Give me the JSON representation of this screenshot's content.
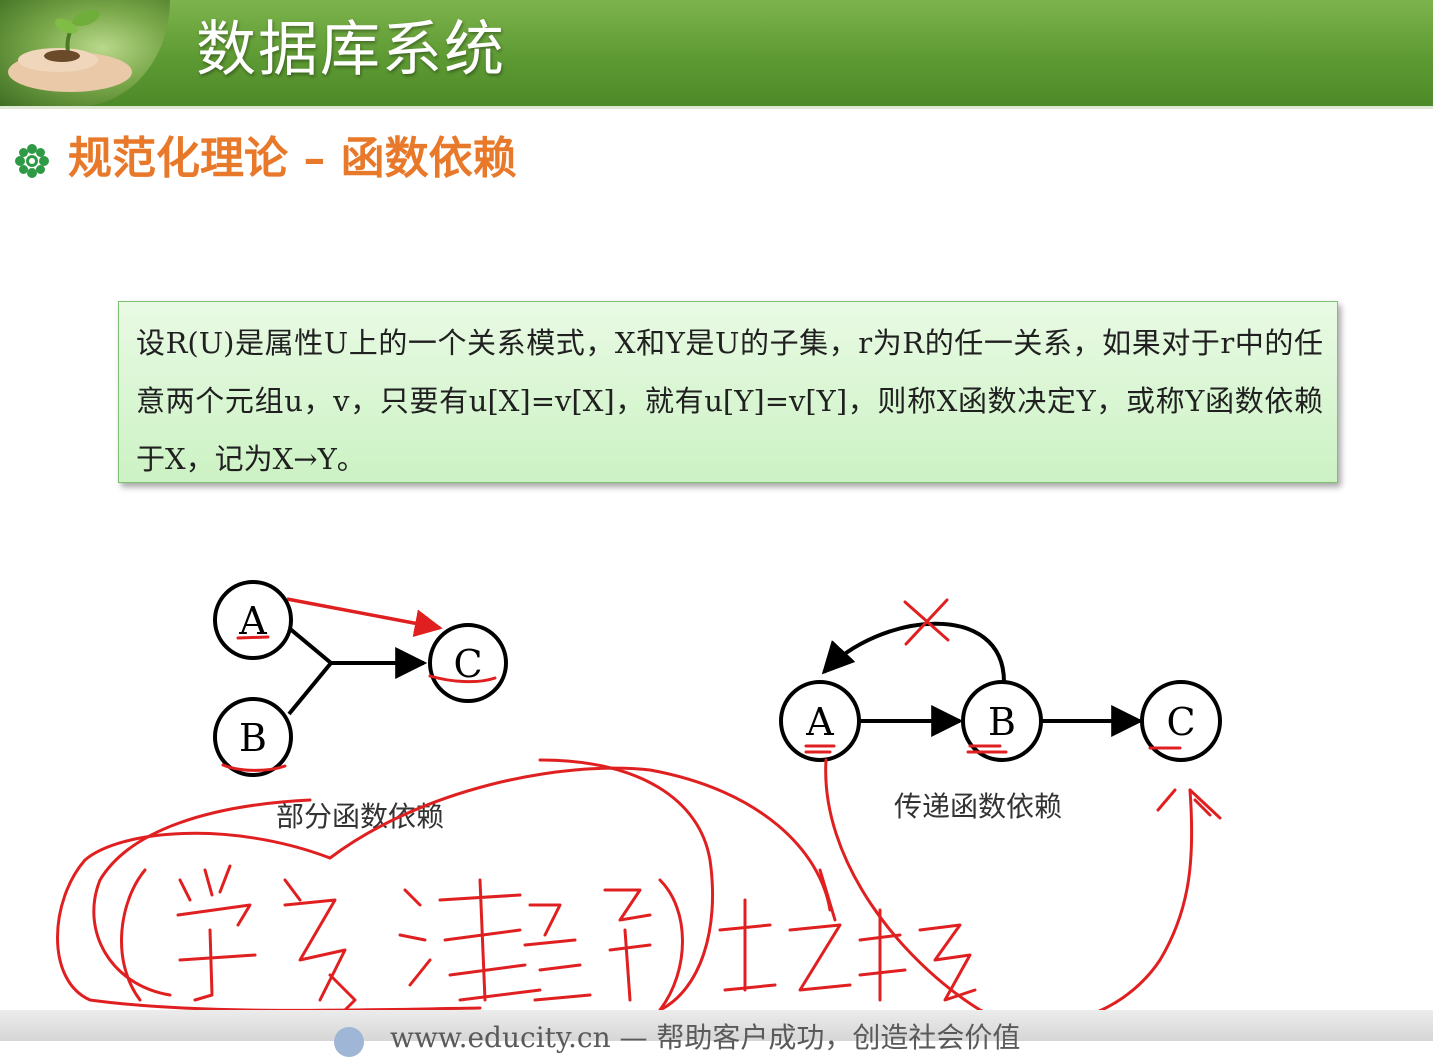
{
  "header": {
    "title": "数据库系统",
    "faint_left": "",
    "faint_date": ""
  },
  "section": {
    "title": "规范化理论 – 函数依赖"
  },
  "definition": {
    "text": "设R(U)是属性U上的一个关系模式，X和Y是U的子集，r为R的任一关系，如果对于r中的任意两个元组u，v，只要有u[X]=v[X]，就有u[Y]=v[Y]，则称X函数决定Y，或称Y函数依赖于X，记为X→Y。"
  },
  "diagram_partial": {
    "caption": "部分函数依赖",
    "nodes": [
      "A",
      "B",
      "C"
    ]
  },
  "diagram_transitive": {
    "caption": "传递函数依赖",
    "nodes": [
      "A",
      "B",
      "C"
    ]
  },
  "footer": {
    "text": "www.educity.cn — 帮助客户成功，创造社会价值"
  },
  "colors": {
    "header_green": "#5e9a33",
    "section_orange": "#e8782a",
    "definition_bg": "#ccf2c4",
    "annotation_red": "#e02020"
  }
}
